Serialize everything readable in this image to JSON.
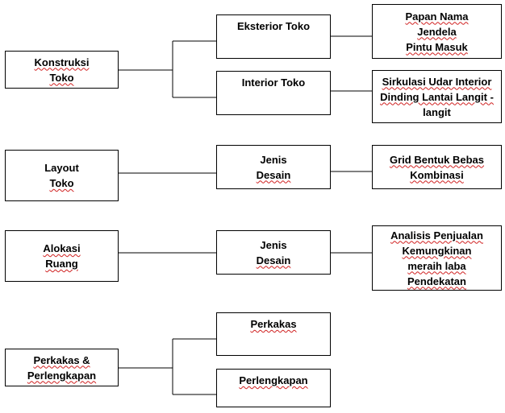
{
  "groups": {
    "konstruksi": {
      "root": [
        "Konstruksi",
        "Toko"
      ],
      "exterior": "Eksterior Toko",
      "exterior_items": [
        "Papan Nama",
        "Jendela",
        "Pintu Masuk"
      ],
      "interior": "Interior Toko",
      "interior_items": [
        "Sirkulasi Udar Interior",
        "Dinding Lantai Langit  -",
        "langit"
      ]
    },
    "layout": {
      "root": [
        "Layout",
        "Toko"
      ],
      "jenis": [
        "Jenis",
        "Desain"
      ],
      "items": [
        "Grid Bentuk Bebas",
        "Kombinasi"
      ]
    },
    "alokasi": {
      "root": [
        "Alokasi",
        "Ruang"
      ],
      "jenis": [
        "Jenis",
        "Desain"
      ],
      "items": [
        "Analisis Penjualan",
        "Kemungkinan",
        "meraih laba",
        "Pendekatan"
      ]
    },
    "perkakas": {
      "root": [
        "Perkakas &",
        "Perlengkapan"
      ],
      "perkakas": "Perkakas",
      "perlengkapan": "Perlengkapan"
    }
  }
}
